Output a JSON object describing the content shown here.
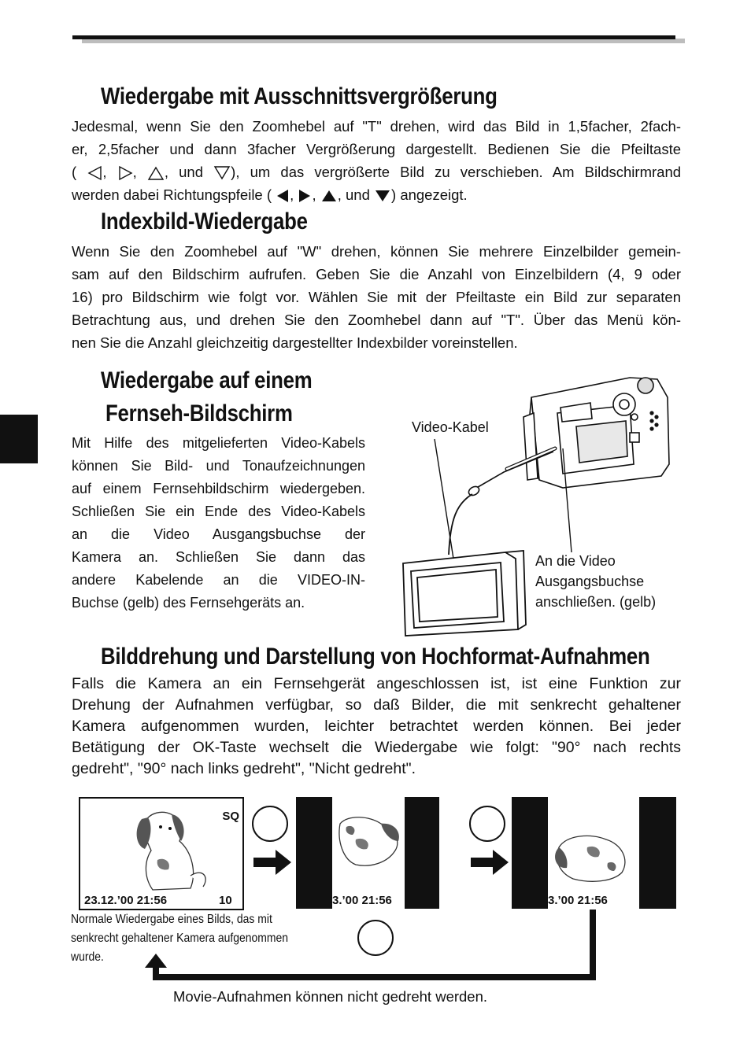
{
  "sections": {
    "zoom": {
      "title": "Wiedergabe mit Ausschnittsvergrößerung",
      "line1": "Jedesmal, wenn Sie den Zoomhebel auf \"T\" drehen, wird das Bild in 1,5facher, 2fach-",
      "line2": "er, 2,5facher und dann 3facher Vergrößerung dargestellt. Bedienen Sie die Pfeiltaste",
      "line3_a": "(",
      "line3_b": ",",
      "line3_c": ",",
      "line3_d": ", und",
      "line3_e": "), um das vergrößerte Bild zu verschieben. Am Bildschirmrand",
      "line4_a": "werden dabei Richtungspfeile (",
      "line4_b": ",",
      "line4_c": ",",
      "line4_d": ", und",
      "line4_e": ") angezeigt."
    },
    "index": {
      "title": "Indexbild-Wiedergabe",
      "lines": [
        "Wenn Sie den Zoomhebel auf \"W\" drehen, können Sie mehrere Einzelbilder gemein-",
        "sam auf den Bildschirm aufrufen. Geben Sie die Anzahl von Einzelbildern (4, 9 oder",
        "16) pro Bildschirm wie folgt vor. Wählen Sie mit der Pfeiltaste ein Bild zur separaten",
        "Betrachtung aus, und drehen Sie den Zoomhebel dann auf \"T\". Über das Menü kön-",
        "nen Sie die Anzahl gleichzeitig dargestellter Indexbilder voreinstellen."
      ]
    },
    "tv": {
      "title_line1": "Wiedergabe auf einem",
      "title_line2": "Fernseh-Bildschirm",
      "lines": [
        "Mit Hilfe des mitgelieferten Video-Kabels",
        "können Sie Bild- und Tonaufzeichnungen",
        "auf einem Fernsehbildschirm wiedergeben.",
        "Schließen Sie ein Ende des Video-Kabels",
        "an die Video Ausgangsbuchse der",
        "Kamera an. Schließen Sie dann das",
        "andere Kabelende an die VIDEO-IN-",
        "Buchse (gelb) des Fernsehgeräts an."
      ],
      "label_cable": "Video-Kabel",
      "label_jack_1": "An die Video",
      "label_jack_2": "Ausgangsbuchse",
      "label_jack_3": "anschließen. (gelb)"
    },
    "rotate": {
      "title": "Bilddrehung und Darstellung von Hochformat-Aufnahmen",
      "lines": [
        "Falls die Kamera an ein Fernsehgerät angeschlossen ist, ist eine Funktion zur",
        "Drehung der Aufnahmen verfügbar, so daß Bilder, die mit senkrecht gehaltener",
        "Kamera aufgenommen wurden, leichter betrachtet werden können. Bei jeder",
        "Betätigung der OK-Taste wechselt die Wiedergabe wie folgt: \"90° nach rechts",
        "gedreht\", \"90° nach links gedreht\", \"Nicht gedreht\"."
      ],
      "panel1_quality": "SQ",
      "panel1_datetime": "23.12.’00 21:56",
      "panel1_number": "10",
      "panel2_datetime": "3.’00 21:56",
      "panel3_datetime": "3.’00 21:56",
      "caption_1": "Normale Wiedergabe eines Bilds, das mit",
      "caption_2": "senkrecht gehaltener Kamera aufgenommen",
      "caption_3": "wurde.",
      "footer_note": "Movie-Aufnahmen können nicht gedreht werden."
    }
  },
  "icons": [
    "arrow-left-outline-icon",
    "arrow-right-outline-icon",
    "arrow-up-outline-icon",
    "arrow-down-outline-icon",
    "arrow-left-filled-icon",
    "arrow-right-filled-icon",
    "arrow-up-filled-icon",
    "arrow-down-filled-icon",
    "ok-button-icon",
    "right-arrow-icon",
    "camera-illustration",
    "tv-illustration",
    "dog-photo"
  ]
}
